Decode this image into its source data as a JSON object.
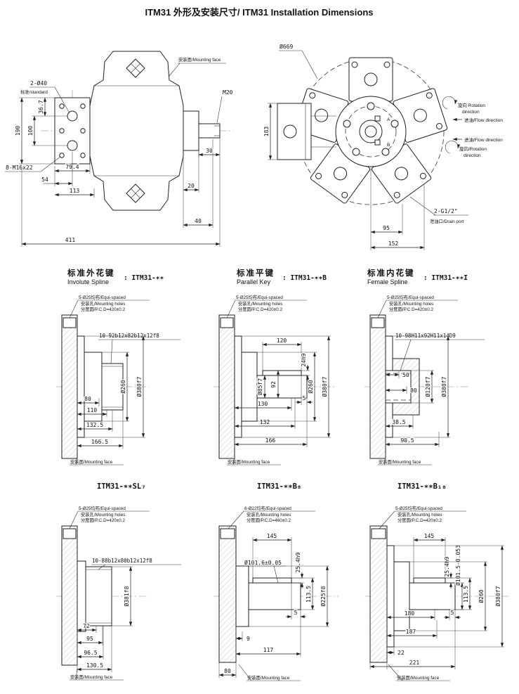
{
  "title": "ITM31 外形及安装尺寸/ ITM31 Installation Dimensions",
  "side_view": {
    "mounting_face": "安装面/Mounting face",
    "holes_top": "2-Ø40",
    "standard": "标准/standard",
    "bolts": "8-M16x22",
    "thread": "M20",
    "dim_190": "190",
    "dim_100": "100",
    "dim_36_7": "36.7",
    "dim_79_4": "79.4",
    "dim_54": "54",
    "dim_113": "113",
    "dim_411": "411",
    "dim_20": "20",
    "dim_40": "40",
    "dim_30": "30"
  },
  "front_view": {
    "dia_669": "Ø669",
    "dim_183": "183",
    "dim_95": "95",
    "dim_152": "152",
    "drain": "2-G1/2\"",
    "drain_label": "泄油口/Drain port",
    "port_a": "A",
    "port_b": "B",
    "rot_top_1": "旋向 Rotation",
    "rot_top_2": "direction",
    "flow_top": "进油/Flow direction",
    "flow_bottom": "进油/Flow direction",
    "rot_bottom_1": "旋向/Rotation",
    "rot_bottom_2": "direction"
  },
  "sections": [
    {
      "title_cn": "标准外花键",
      "title_en": "Involute Spline",
      "model": ": ITM31-∗∗",
      "note1": "5-Ø25均布/Equi-spaced",
      "note2": "安装孔/Mounting holes",
      "note3": "分度圆/P.C.D=420±0.2",
      "spline": "10-92b12x82b12x12f8",
      "mounting_face": "安装面/Mounting face",
      "dims": {
        "a": "80",
        "b": "110",
        "c": "132.5",
        "d": "166.5",
        "e": "Ø260",
        "f": "Ø380f7"
      }
    },
    {
      "title_cn": "标准平键",
      "title_en": "Parallel Key",
      "model": ": ITM31-∗∗B",
      "note1": "5-Ø25均布/Equi-spaced",
      "note2": "安装孔/Mounting holes",
      "note3": "分度圆/P.C.D=420±0.2",
      "mounting_face": "安装面/Mounting face",
      "dims": {
        "a": "120",
        "b": "24h9",
        "c": "Ø85f7",
        "d": "92",
        "e": "5",
        "f": "130",
        "g": "132",
        "h": "166",
        "i": "Ø260",
        "j": "Ø380f7"
      }
    },
    {
      "title_cn": "标准内花键",
      "title_en": "Female Spline",
      "model": ": ITM31-∗∗I",
      "note1": "5-Ø25均布/Equi-spaced",
      "note2": "安装孔/Mounting holes",
      "note3": "分度圆/P.C.D=420±0.2",
      "spline": "10-98H11x92H11x14D9",
      "mounting_face": "安装面/Mounting face",
      "dims": {
        "a": "50",
        "b": "80",
        "c": "Ø120f7",
        "d": "Ø380f7",
        "e": "38.5",
        "f": "90.5"
      }
    },
    {
      "title": "ITM31-∗∗SL₇",
      "note1": "5-Ø25均布/Equi-spaced",
      "note2": "安装孔/Mounting holes",
      "note3": "分度圆/P.C.D=420±0.2",
      "spline": "10-88b12x80b12x12f8",
      "mounting_face": "安装面/Mounting face",
      "dims": {
        "a": "Ø381f8",
        "b": "72",
        "c": "95",
        "d": "96.5",
        "e": "130.5"
      }
    },
    {
      "title": "ITM31-∗∗B₈",
      "note1": "6-Ø22均布/Equi-spaced",
      "note2": "安装孔/Mounting holes",
      "note3": "分度圆/P.C.D=460±0.2",
      "mounting_face": "安装面/Mounting face",
      "dims": {
        "a": "145",
        "b": "Ø101.6±0.05",
        "c": "25.4h9",
        "d": "113.5",
        "e": "Ø225f8",
        "f": "5",
        "g": "9",
        "h": "117",
        "i": "80"
      }
    },
    {
      "title": "ITM31-∗∗B₁₀",
      "note1": "5-Ø25均布/Equi-spaced",
      "note2": "安装孔/Mounting holes",
      "note3": "分度圆/P.C.D=420±0.2",
      "mounting_face": "安装面/Mounting face",
      "dims": {
        "a": "145",
        "b": "25.4h9",
        "c": "Ø101.5-0.053",
        "d": "113.5",
        "e": "Ø260",
        "f": "Ø380f7",
        "g": "180",
        "h": "5",
        "i": "187",
        "j": "22",
        "k": "221"
      }
    }
  ]
}
